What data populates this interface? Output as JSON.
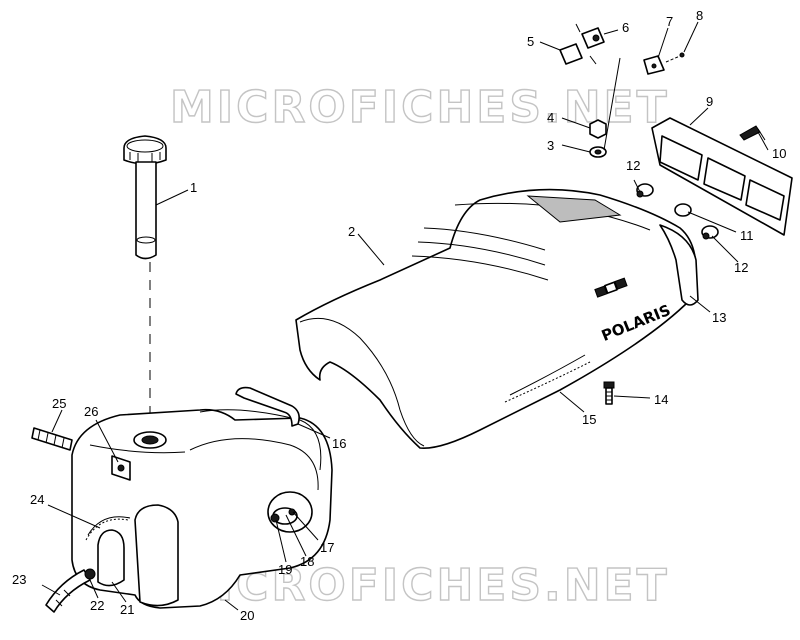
{
  "watermark": {
    "top": "MICROFICHES.NET",
    "bottom": "MICROFICHES.NET"
  },
  "seat_logo": "POLARIS",
  "callouts": {
    "c1": "1",
    "c2": "2",
    "c3": "3",
    "c4": "4",
    "c5": "5",
    "c6": "6",
    "c7": "7",
    "c8": "8",
    "c9": "9",
    "c10": "10",
    "c11": "11",
    "c12a": "12",
    "c12b": "12",
    "c13": "13",
    "c14": "14",
    "c15": "15",
    "c16": "16",
    "c17": "17",
    "c18": "18",
    "c19": "19",
    "c20": "20",
    "c21": "21",
    "c22": "22",
    "c23": "23",
    "c24": "24",
    "c25": "25",
    "c26": "26"
  }
}
